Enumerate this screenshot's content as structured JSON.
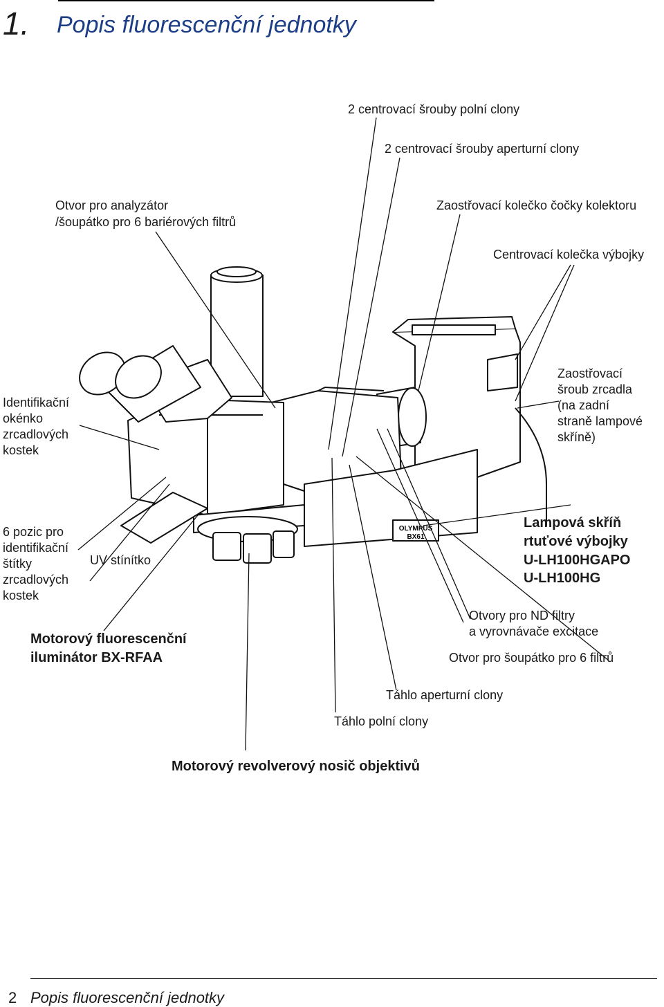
{
  "header": {
    "number": "1.",
    "title": "Popis fluorescenční jednotky"
  },
  "footer": {
    "page_number": "2",
    "title": "Popis fluorescenční jednotky"
  },
  "device": {
    "brand": "OLYMPUS",
    "model": "BX61"
  },
  "labels": {
    "field_centering_screws": "2 centrovací šrouby polní clony",
    "aperture_centering_screws": "2 centrovací šrouby aperturní clony",
    "analyzer_slot_line1": "Otvor pro analyzátor",
    "analyzer_slot_line2": "/šoupátko pro 6 bariérových filtrů",
    "collector_focus_knob": "Zaostřovací kolečko čočky kolektoru",
    "lamp_centering_knobs": "Centrovací kolečka výbojky",
    "mirror_focus_line1": "Zaostřovací",
    "mirror_focus_line2": "šroub zrcadla",
    "mirror_focus_line3": "(na zadní",
    "mirror_focus_line4": "straně lampové",
    "mirror_focus_line5": "skříně)",
    "id_window_line1": "Identifikační",
    "id_window_line2": "okénko",
    "id_window_line3": "zrcadlových",
    "id_window_line4": "kostek",
    "positions_line1": "6 pozic pro",
    "positions_line2": "identifikační",
    "positions_line3": "štítky",
    "positions_line4": "zrcadlových",
    "positions_line5": "kostek",
    "uv_shield": "UV stínítko",
    "lamp_housing_line1": "Lampová skříň",
    "lamp_housing_line2": "rtuťové výbojky",
    "lamp_housing_line3": "U-LH100HGAPO",
    "lamp_housing_line4": "U-LH100HG",
    "nd_slots_line1": "Otvory pro ND filtry",
    "nd_slots_line2": "a vyrovnávače excitace",
    "filter_slot": "Otvor pro šoupátko pro 6 filtrů",
    "illuminator_line1": "Motorový fluorescenční",
    "illuminator_line2": "iluminátor BX-RFAA",
    "aperture_rod": "Táhlo aperturní clony",
    "field_rod": "Táhlo polní clony",
    "nosepiece": "Motorový revolverový nosič objektivů"
  }
}
